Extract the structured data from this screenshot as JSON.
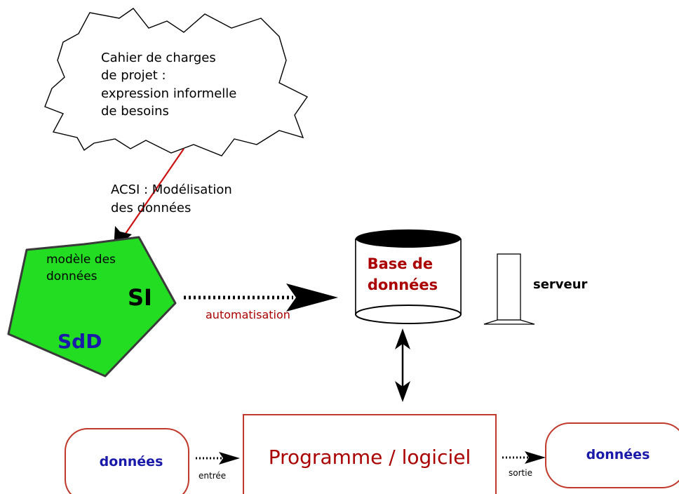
{
  "cloud": {
    "lines": [
      "Cahier de charges",
      "de projet :",
      "expression  informelle",
      "de besoins"
    ]
  },
  "acsi": {
    "lines": [
      "ACSI : Modélisation",
      "des données"
    ]
  },
  "model": {
    "label_lines": [
      "modèle des",
      "données"
    ],
    "si": "SI",
    "sdd": "SdD"
  },
  "automation": {
    "label": "automatisation"
  },
  "database": {
    "lines": [
      "Base de",
      "données"
    ]
  },
  "server": {
    "label": "serveur"
  },
  "program": {
    "label": "Programme / logiciel"
  },
  "input": {
    "label": "données",
    "arrow_label": "entrée"
  },
  "output": {
    "label": "données",
    "arrow_label": "sortie"
  },
  "colors": {
    "dark_red": "#aa0000",
    "red_stroke": "#c0392b",
    "blue": "#1a1aaa",
    "green": "#22dd22"
  }
}
